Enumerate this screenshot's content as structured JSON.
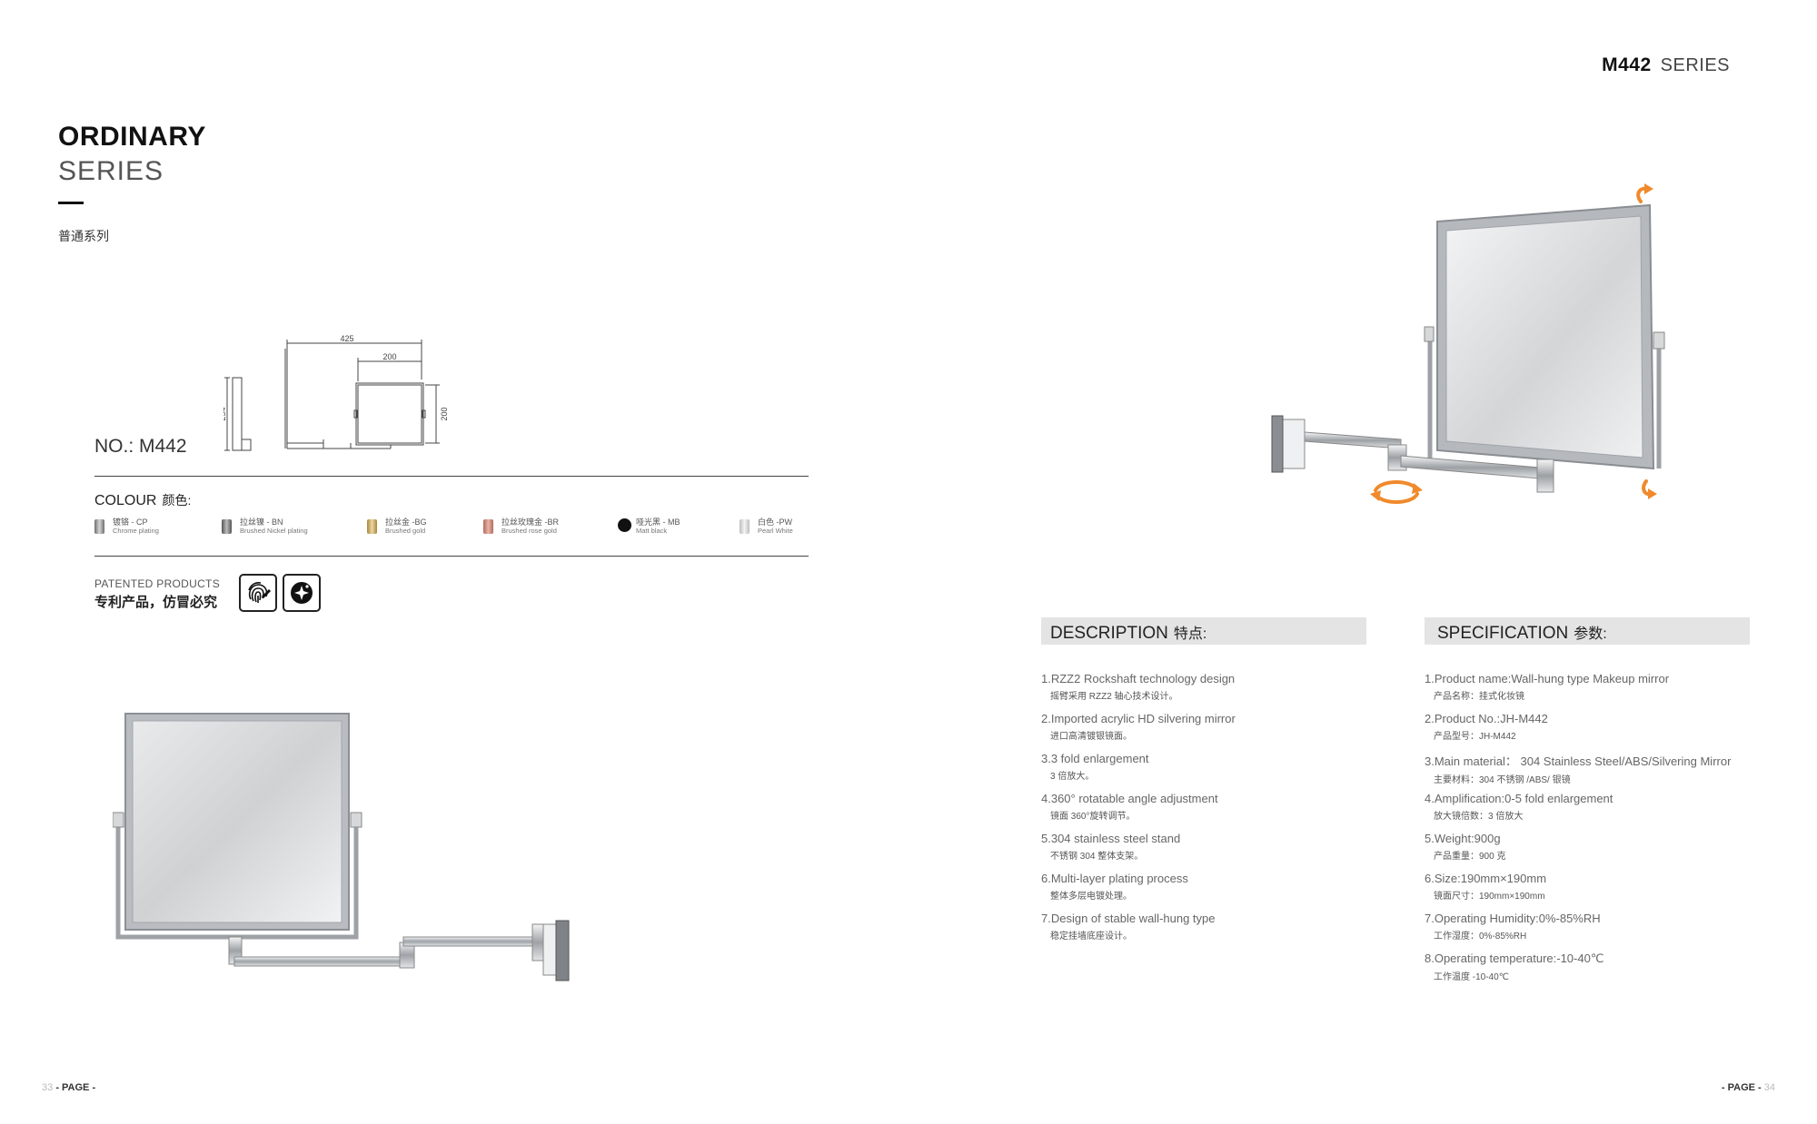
{
  "header": {
    "model": "M442",
    "series": "SERIES"
  },
  "title": {
    "line1": "ORDINARY",
    "line2": "SERIES",
    "cn": "普通系列"
  },
  "product": {
    "number": "NO.: M442"
  },
  "dimensions": {
    "total_width": "425",
    "mirror_width": "200",
    "mirror_height": "200",
    "depth": "254"
  },
  "colour": {
    "label": "COLOUR",
    "label_cn": "颜色:",
    "options": [
      {
        "cn": "镀铬 - CP",
        "en": "Chrome plating",
        "color": "#8e8e8e"
      },
      {
        "cn": "拉丝镍 - BN",
        "en": "Brushed Nickel plating",
        "color": "#9a9a9a"
      },
      {
        "cn": "拉丝金 -BG",
        "en": "Brushed gold",
        "color": "#c9a860"
      },
      {
        "cn": "拉丝玫瑰金 -BR",
        "en": "Brushed rose gold",
        "color": "#c9857a"
      },
      {
        "cn": "哑光黑 - MB",
        "en": "Matt black",
        "color": "#111111"
      },
      {
        "cn": "白色 -PW",
        "en": "Pearl White",
        "color": "#dcdcdc"
      }
    ]
  },
  "patent": {
    "en": "PATENTED PRODUCTS",
    "cn": "专利产品，仿冒必究",
    "badges": [
      "fingerprint-icon",
      "sparkle-icon"
    ]
  },
  "description": {
    "title": "DESCRIPTION",
    "title_cn": "特点:",
    "items": [
      {
        "en": "1.RZZ2 Rockshaft technology design",
        "cn": "摇臂采用 RZZ2 轴心技术设计。"
      },
      {
        "en": "2.Imported acrylic HD silvering mirror",
        "cn": "进口高清镀银镜面。"
      },
      {
        "en": "3.3 fold enlargement",
        "cn": "3 倍放大。"
      },
      {
        "en": "4.360° rotatable angle adjustment",
        "cn": "镜面 360°旋转调节。"
      },
      {
        "en": "5.304 stainless steel stand",
        "cn": "不锈钢 304 整体支架。"
      },
      {
        "en": "6.Multi-layer plating process",
        "cn": "整体多层电镀处理。"
      },
      {
        "en": "7.Design of stable wall-hung type",
        "cn": "稳定挂墙底座设计。"
      }
    ]
  },
  "specification": {
    "title": "SPECIFICATION",
    "title_cn": "参数:",
    "items": [
      {
        "en": "1.Product name:Wall-hung type Makeup mirror",
        "cn": "产品名称：挂式化妆镜"
      },
      {
        "en": "2.Product No.:JH-M442",
        "cn": "产品型号：JH-M442"
      },
      {
        "en": "3.Main material： 304 Stainless Steel/ABS/Silvering Mirror",
        "cn": "主要材料：304 不锈钢 /ABS/ 银镜"
      },
      {
        "en": "4.Amplification:0-5 fold enlargement",
        "cn": "放大镜倍数：3 倍放大"
      },
      {
        "en": "5.Weight:900g",
        "cn": "产品重量：900 克"
      },
      {
        "en": "6.Size:190mm×190mm",
        "cn": "镜面尺寸：190mm×190mm"
      },
      {
        "en": "7.Operating Humidity:0%-85%RH",
        "cn": "工作湿度：0%-85%RH"
      },
      {
        "en": "8.Operating temperature:-10-40℃",
        "cn": "工作温度 -10-40℃"
      }
    ]
  },
  "footer": {
    "left_num": "33",
    "left_label": "- PAGE -",
    "right_label": "- PAGE -",
    "right_num": "34"
  },
  "colors": {
    "arrow": "#f08a2c",
    "chrome": "#c9cdd2",
    "header_bar": "#e4e4e4"
  }
}
